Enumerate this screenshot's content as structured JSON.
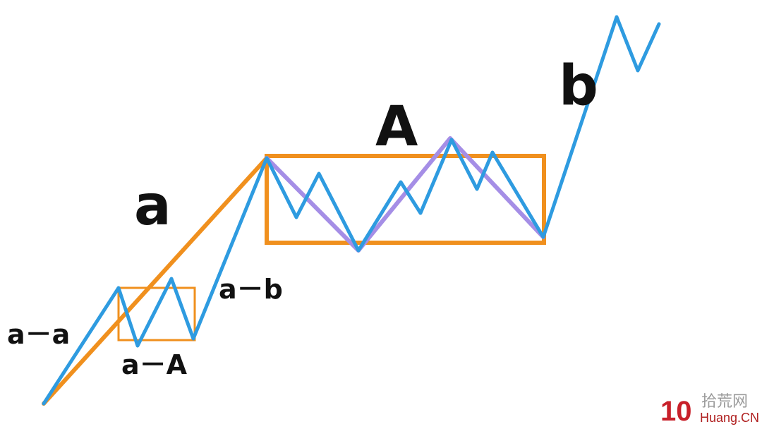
{
  "labels": {
    "a": "a",
    "A": "A",
    "b": "b",
    "a_a": "a－a",
    "a_A": "a－A",
    "a_b": "a－b"
  },
  "watermark": {
    "logo_number": "10",
    "site_cn": "拾荒网",
    "site_en": "Huang.CN"
  },
  "colors": {
    "price_line": "#2e9be0",
    "trend_line": "#f0901e",
    "consolidation_line": "#a58ee6",
    "box": "#f0901e",
    "label": "#111111"
  }
}
